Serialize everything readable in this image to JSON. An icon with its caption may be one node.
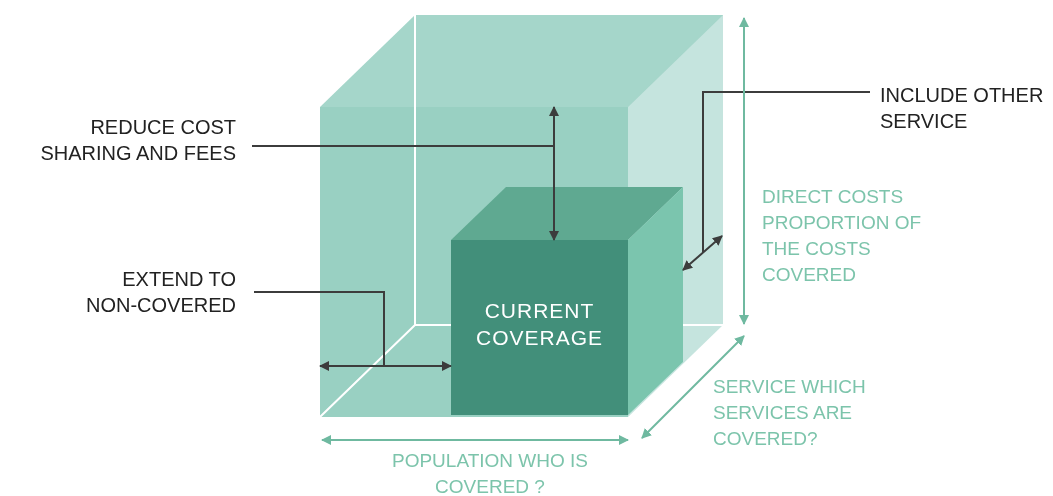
{
  "diagram": {
    "nodes": [
      {
        "text": [
          "REDUCE COST SHARING AND FEES"
        ]
      },
      {
        "text": [],
        "shape": "cube"
      },
      {
        "text": [
          "INCLUDE OTHER SERVICE"
        ]
      },
      {
        "text": [
          "CURRENT COVERAGE"
        ]
      },
      {
        "text": [
          "EXTEND TO NON-COVERED"
        ]
      }
    ],
    "edges": [
      {
        "from": 3,
        "to": 1,
        "arrow": "both"
      },
      {
        "from": 3,
        "to": 1,
        "arrow": "both"
      },
      {
        "from": 1,
        "to": 3,
        "arrow": "both"
      },
      {
        "from": 0,
        "to": 1,
        "arrow": "none"
      },
      {
        "from": 2,
        "to": 1,
        "arrow": "none"
      },
      {
        "from": 4,
        "to": 1,
        "arrow": "none"
      }
    ],
    "labels": [
      "DIRECT COSTS PROPORTION OF THE COSTS COVERED",
      "SERVICE WHICH SERVICES ARE COVERED?",
      "POPULATION WHO IS COVERED ?"
    ]
  }
}
